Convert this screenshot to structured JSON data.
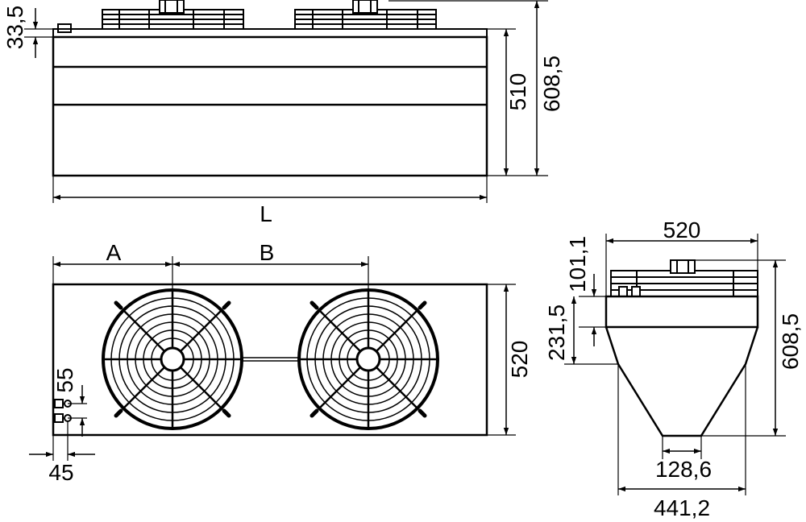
{
  "colors": {
    "line": "#000000",
    "background": "#ffffff"
  },
  "top_view": {
    "dim_top_offset": "33,5",
    "dim_body_height": "510",
    "dim_total_height": "608,5",
    "dim_length": "L"
  },
  "front_view": {
    "dim_a": "A",
    "dim_b": "B",
    "dim_height": "520",
    "dim_pipe_gap": "55",
    "dim_pipe_offset": "45",
    "fans": [
      {
        "icon": "fan-guard-icon"
      },
      {
        "icon": "fan-guard-icon"
      }
    ]
  },
  "side_view": {
    "dim_width": "520",
    "dim_fan_height": "101,1",
    "dim_box_height": "231,5",
    "dim_total_height": "608,5",
    "dim_bottom_width": "128,6",
    "dim_mid_width": "441,2"
  }
}
